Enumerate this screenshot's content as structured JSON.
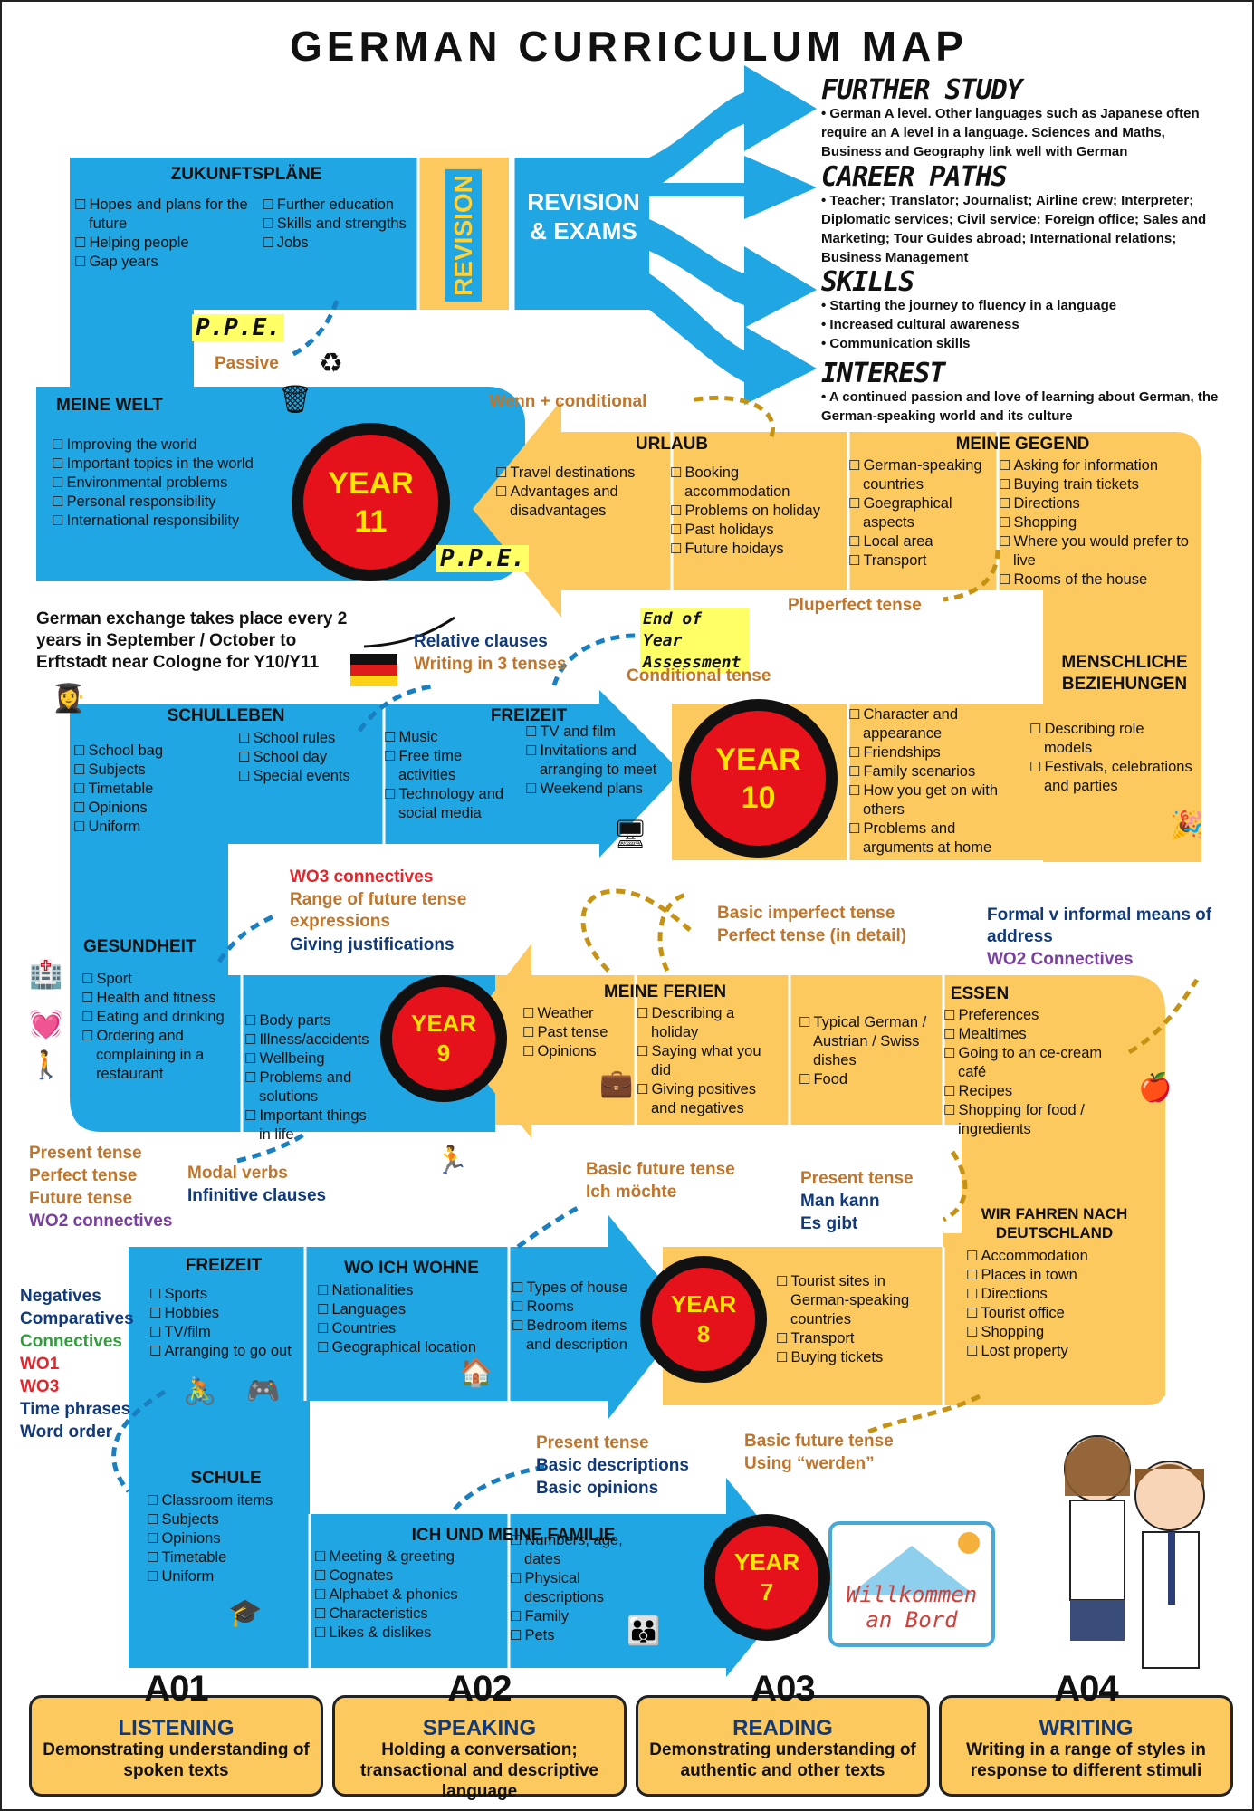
{
  "title": "GERMAN CURRICULUM MAP",
  "right": {
    "further_study": {
      "head": "FURTHER STUDY",
      "text": "• German A level. Other languages such as Japanese often require an A level in a language. Sciences and Maths, Business and Geography link well with German"
    },
    "career_paths": {
      "head": "CAREER PATHS",
      "text": "• Teacher; Translator; Journalist; Airline crew; Interpreter; Diplomatic services; Civil service; Foreign office; Sales and Marketing; Tour Guides abroad; International relations; Business Management"
    },
    "skills": {
      "head": "SKILLS",
      "items": [
        "• Starting the journey to fluency in a language",
        "• Increased cultural awareness",
        "• Communication skills"
      ]
    },
    "interest": {
      "head": "INTEREST",
      "text": "• A continued passion and love of learning about German, the German-speaking world and its culture"
    }
  },
  "revision": {
    "vertical": "REVISION",
    "exams": "REVISION & EXAMS"
  },
  "years": {
    "y11": [
      "YEAR",
      "11"
    ],
    "y10": [
      "YEAR",
      "10"
    ],
    "y9": [
      "YEAR",
      "9"
    ],
    "y8": [
      "YEAR",
      "8"
    ],
    "y7": [
      "YEAR",
      "7"
    ]
  },
  "topics": {
    "zukunft": {
      "head": "ZUKUNFTSPLÄNE",
      "col1": [
        "Hopes and plans for the future",
        "Helping people",
        "Gap years"
      ],
      "col2": [
        "Further education",
        "Skills and strengths",
        "Jobs"
      ]
    },
    "meinewelt": {
      "head": "MEINE WELT",
      "items": [
        "Improving the world",
        "Important topics in the world",
        "Environmental problems",
        "Personal responsibility",
        "International responsibility"
      ]
    },
    "urlaub": {
      "head": "URLAUB",
      "col1": [
        "Travel destinations",
        "Advantages and disadvantages"
      ],
      "col2": [
        "Booking accommodation",
        "Problems on holiday",
        "Past holidays",
        "Future hoidays"
      ]
    },
    "meinegegend": {
      "head": "MEINE GEGEND",
      "col1": [
        "German-speaking countries",
        "Goegraphical aspects",
        "Local area",
        "Transport"
      ],
      "col2": [
        "Asking for information",
        "Buying train tickets",
        "Directions",
        "Shopping",
        "Where you would prefer to live",
        "Rooms of the house"
      ]
    },
    "menschliche": {
      "head": "MENSCHLICHE BEZIEHUNGEN",
      "col1": [
        "Character and appearance",
        "Friendships",
        "Family scenarios",
        "How you get on with others",
        "Problems and arguments at home"
      ],
      "col2": [
        "Describing role models",
        "Festivals, celebrations and parties"
      ]
    },
    "schulleben": {
      "head": "SCHULLEBEN",
      "col1": [
        "School bag",
        "Subjects",
        "Timetable",
        "Opinions",
        "Uniform"
      ],
      "col2": [
        "School rules",
        "School day",
        "Special events"
      ]
    },
    "freizeit10": {
      "head": "FREIZEIT",
      "col1": [
        "Music",
        "Free time activities",
        "Technology and social media"
      ],
      "col2": [
        "TV and film",
        "Invitations and arranging to meet",
        "Weekend plans"
      ]
    },
    "gesundheit": {
      "head": "GESUNDHEIT",
      "col1": [
        "Sport",
        "Health and fitness",
        "Eating and drinking",
        "Ordering and complaining in a restaurant"
      ],
      "col2": [
        "Body parts",
        "Illness/accidents",
        "Wellbeing",
        "Problems and solutions",
        "Important things in life"
      ]
    },
    "meineferien": {
      "head": "MEINE FERIEN",
      "col1": [
        "Weather",
        "Past tense",
        "Opinions"
      ],
      "col2": [
        "Describing a holiday",
        "Saying what you did",
        "Giving positives and negatives"
      ]
    },
    "essen": {
      "head": "ESSEN",
      "col1": [
        "Typical German / Austrian / Swiss dishes",
        "Food"
      ],
      "col2": [
        "Preferences",
        "Mealtimes",
        "Going to an ce-cream café",
        "Recipes",
        "Shopping for food / ingredients"
      ]
    },
    "freizeit8": {
      "head": "FREIZEIT",
      "items": [
        "Sports",
        "Hobbies",
        "TV/film",
        "Arranging to go out"
      ]
    },
    "woichwohne": {
      "head": "WO ICH WOHNE",
      "col1": [
        "Nationalities",
        "Languages",
        "Countries",
        "Geographical location"
      ],
      "col2": [
        "Types of house",
        "Rooms",
        "Bedroom items and description"
      ]
    },
    "wirfahren": {
      "head": "WIR FAHREN NACH DEUTSCHLAND",
      "col1": [
        "Tourist sites in German-speaking countries",
        "Transport",
        "Buying tickets"
      ],
      "col2": [
        "Accommodation",
        "Places in town",
        "Directions",
        "Tourist office",
        "Shopping",
        "Lost property"
      ]
    },
    "schule": {
      "head": "SCHULE",
      "items": [
        "Classroom items",
        "Subjects",
        "Opinions",
        "Timetable",
        "Uniform"
      ]
    },
    "familie": {
      "head": "ICH UND MEINE FAMILIE",
      "col1": [
        "Meeting & greeting",
        "Cognates",
        "Alphabet & phonics",
        "Characteristics",
        "Likes & dislikes"
      ],
      "col2": [
        "Numbers, age, dates",
        "Physical descriptions",
        "Family",
        "Pets"
      ]
    }
  },
  "notes": {
    "ppe1": "P.P.E.",
    "passive": "Passive",
    "wenn": "Wenn + conditional",
    "ppe2": "P.P.E.",
    "exchange": "German exchange takes place every 2 years in September / October to Erftstadt near Cologne for Y10/Y11",
    "relative": "Relative clauses",
    "tenses3": "Writing in 3 tenses",
    "endofyear": "End of Year Assessment",
    "pluperfect": "Pluperfect tense",
    "conditional": "Conditional tense",
    "wo3": "WO3 connectives",
    "future_range": "Range of future tense expressions",
    "justifications": "Giving justifications",
    "imperfect": "Basic imperfect tense",
    "perfect_detail": "Perfect tense (in detail)",
    "formal": "Formal v informal means of address",
    "wo2a": "WO2 Connectives",
    "present": "Present tense",
    "perfect": "Perfect  tense",
    "future": "Future tense",
    "wo2b": "WO2 connectives",
    "modal": "Modal verbs",
    "infinitive": "Infinitive clauses",
    "basicfuture": "Basic future tense",
    "ichmochte": "Ich möchte",
    "present2": "Present tense",
    "mankann": "Man kann",
    "esgibt": "Es gibt",
    "negatives": "Negatives",
    "comparatives": "Comparatives",
    "connectives": "Connectives",
    "wo1": "WO1",
    "wo3b": "WO3",
    "timephrases": "Time phrases",
    "wordorder": "Word order",
    "present3": "Present tense",
    "basicdesc": "Basic descriptions",
    "basicop": "Basic opinions",
    "basicfuture2": "Basic future tense",
    "werden": "Using “werden”",
    "welcome": "Willkommen an Bord"
  },
  "aos": [
    {
      "code": "A01",
      "name": "LISTENING",
      "desc": "Demonstrating understanding of spoken texts"
    },
    {
      "code": "A02",
      "name": "SPEAKING",
      "desc": "Holding a conversation; transactional and descriptive language"
    },
    {
      "code": "A03",
      "name": "READING",
      "desc": "Demonstrating understanding of authentic and other texts"
    },
    {
      "code": "A04",
      "name": "WRITING",
      "desc": "Writing in a range of styles in response to different stimuli"
    }
  ]
}
